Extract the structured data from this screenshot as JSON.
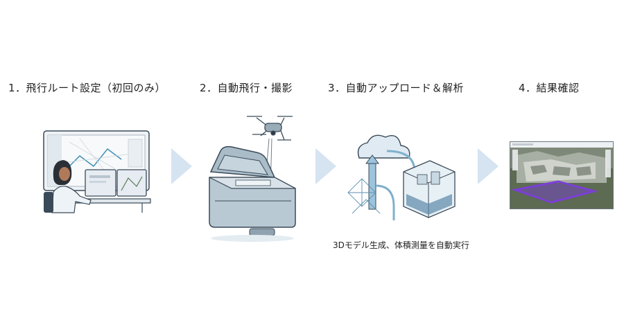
{
  "steps": [
    {
      "title": "1．飛行ルート設定（初回のみ）"
    },
    {
      "title": "2．自動飛行・撮影"
    },
    {
      "title": "3．自動アップロード＆解析",
      "caption": "3Dモデル生成、体積測量を自動実行"
    },
    {
      "title": "4．結果確認"
    }
  ],
  "icons": [
    "operator-with-monitors",
    "drone-and-dock-station",
    "cloud-processing",
    "3d-result-screen",
    "chevron-right-arrow"
  ],
  "colors": {
    "arrow": "#d6e3f1",
    "accent": "#7b3fd6",
    "line": "#3a4a58"
  }
}
